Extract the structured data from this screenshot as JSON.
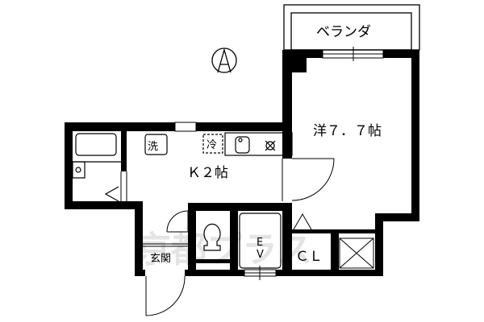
{
  "rooms": {
    "balcony": "ベランダ",
    "western_room": "洋７．７帖",
    "kitchen": "Ｋ２帖",
    "entrance": "玄関",
    "closet": "ＣＬ",
    "ev_top": "E",
    "ev_bottom": "V"
  },
  "fixtures": {
    "washer": "洗",
    "fridge": "冷"
  },
  "watermark": "京都プラス",
  "colors": {
    "wall": "#000000",
    "watermark": "#e4e4e4"
  }
}
